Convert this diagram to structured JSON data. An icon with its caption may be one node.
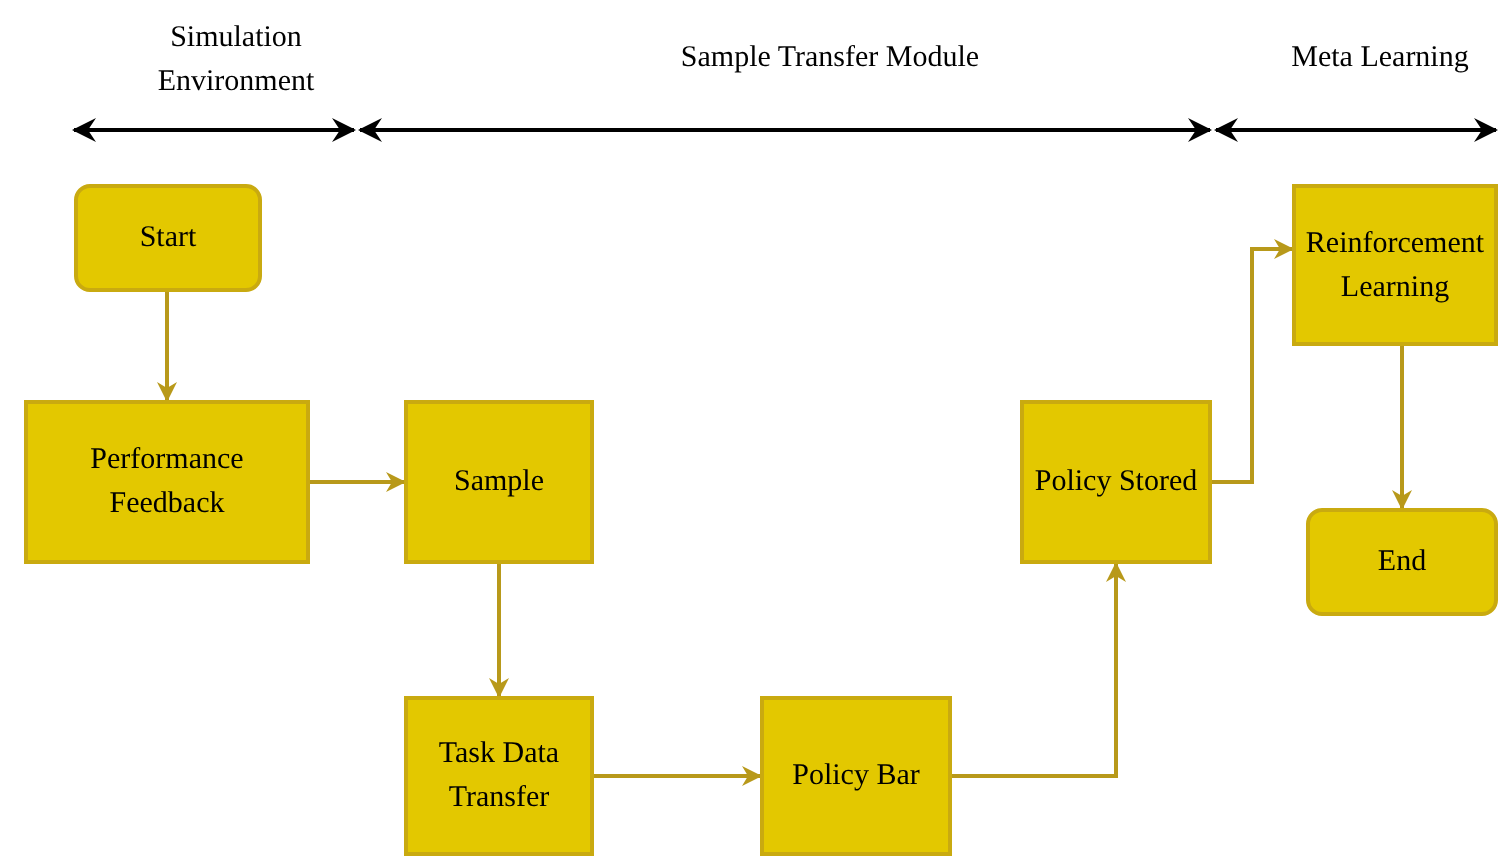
{
  "diagram": {
    "nodes": [
      {
        "text": [
          "Start"
        ]
      },
      {
        "text": [
          "Performance Feedback"
        ]
      },
      {
        "text": [
          "Sample"
        ]
      },
      {
        "text": [
          "Task Data Transfer"
        ]
      },
      {
        "text": [
          "Policy Bar"
        ]
      },
      {
        "text": [
          "Policy Stored"
        ]
      },
      {
        "text": [
          "Reinforcement Learning"
        ]
      },
      {
        "text": [
          "End"
        ]
      }
    ],
    "edges": [
      {
        "from": 0,
        "to": 1,
        "arrow": "to"
      },
      {
        "from": 1,
        "to": 2,
        "arrow": "to"
      },
      {
        "from": 2,
        "to": 3,
        "arrow": "to"
      },
      {
        "from": 3,
        "to": 4,
        "arrow": "to"
      },
      {
        "from": 4,
        "to": 5,
        "arrow": "to"
      },
      {
        "from": 5,
        "to": 6,
        "arrow": "to"
      },
      {
        "from": 6,
        "to": 7,
        "arrow": "to"
      }
    ],
    "labels": [
      "Simulation Environment",
      "Sample Transfer Module",
      "Meta Learning"
    ]
  }
}
